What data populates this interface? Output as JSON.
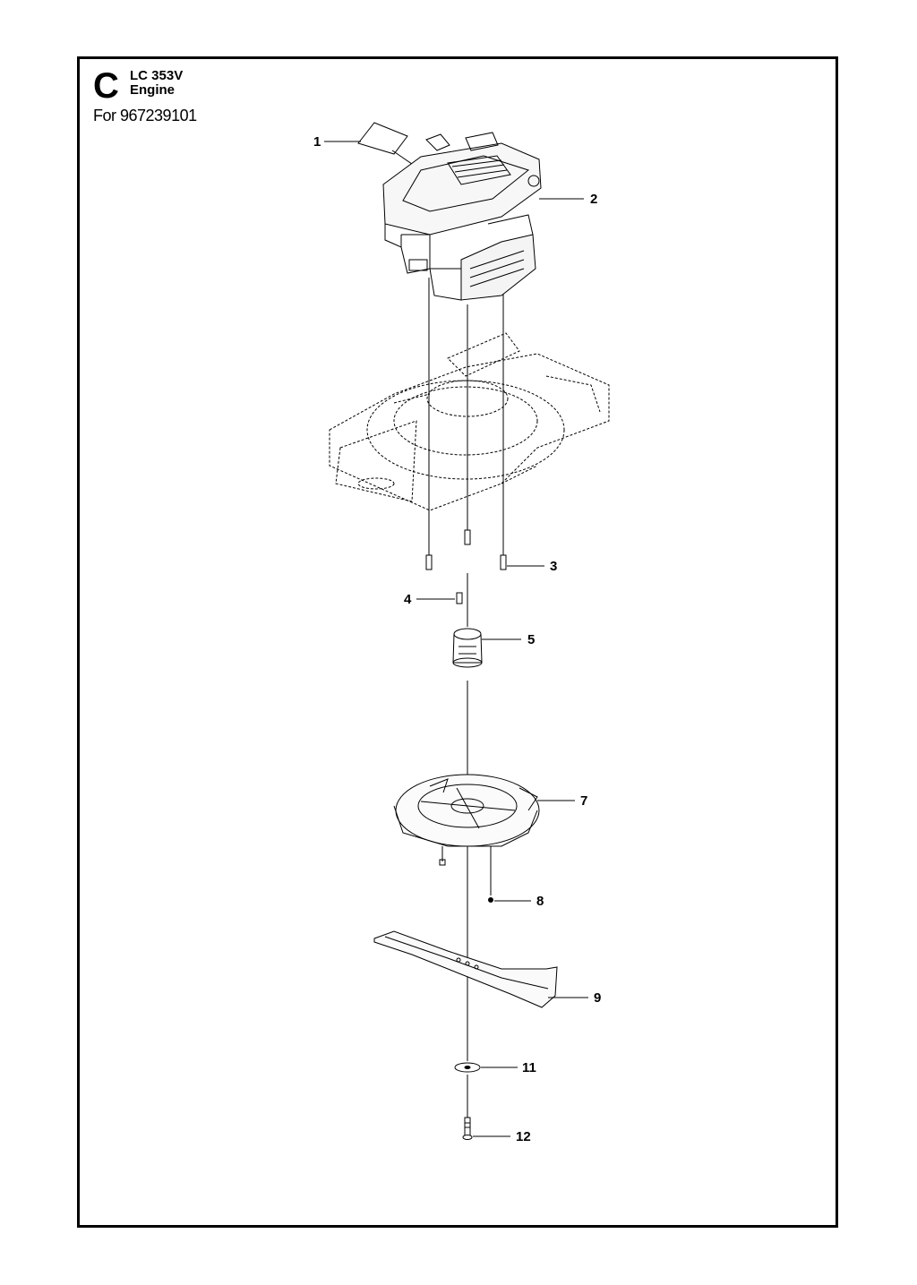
{
  "header": {
    "section_letter": "C",
    "model": "LC 353V",
    "title": "Engine",
    "for_line": "For 967239101"
  },
  "callouts": {
    "c1": "1",
    "c2": "2",
    "c3": "3",
    "c4": "4",
    "c5": "5",
    "c7": "7",
    "c8": "8",
    "c9": "9",
    "c11": "11",
    "c12": "12"
  }
}
